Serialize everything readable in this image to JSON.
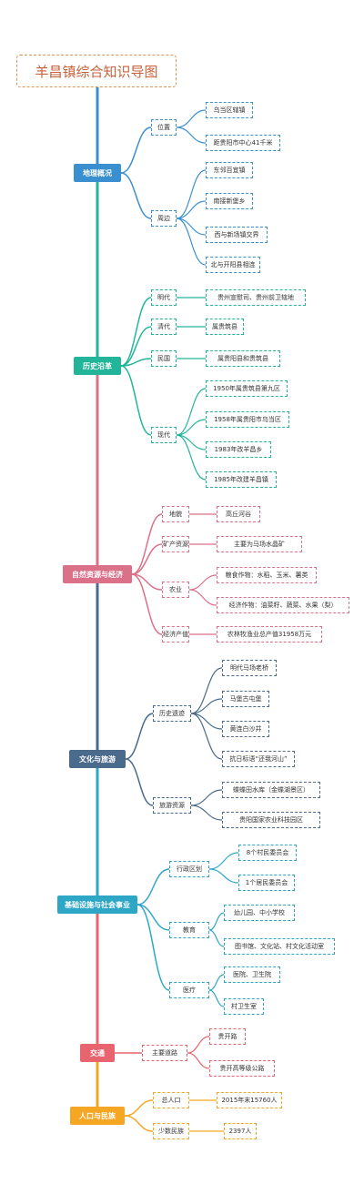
{
  "title": "羊昌镇综合知识导图",
  "branches": [
    {
      "label": "地理概况",
      "color": "#3a8fd0",
      "subs": [
        {
          "label": "位置",
          "leaves": [
            "乌当区辖镇",
            "距贵阳市中心41千米"
          ]
        },
        {
          "label": "周边",
          "leaves": [
            "东邻百宜镇",
            "南接新堡乡",
            "西与新场镇交界",
            "北与开阳县相连"
          ]
        }
      ]
    },
    {
      "label": "历史沿革",
      "color": "#22b59a",
      "subs": [
        {
          "label": "明代",
          "leaves": [
            "贵州宣慰司、贵州前卫辖地"
          ]
        },
        {
          "label": "清代",
          "leaves": [
            "属贵筑县"
          ]
        },
        {
          "label": "民国",
          "leaves": [
            "属贵阳县和贵筑县"
          ]
        },
        {
          "label": "现代",
          "leaves": [
            "1950年属贵筑县第九区",
            "1958年属贵阳市乌当区",
            "1983年改羊昌乡",
            "1985年改建羊昌镇"
          ]
        }
      ]
    },
    {
      "label": "自然资源与经济",
      "color": "#db7089",
      "subs": [
        {
          "label": "地貌",
          "leaves": [
            "高丘河谷"
          ]
        },
        {
          "label": "矿产资源",
          "leaves": [
            "主要为马场水晶矿"
          ]
        },
        {
          "label": "农业",
          "leaves": [
            "粮食作物：水稻、玉米、薯类",
            "经济作物：油菜籽、蔬菜、水果（梨）"
          ]
        },
        {
          "label": "经济产值",
          "leaves": [
            "农林牧渔业总产值31958万元"
          ]
        }
      ]
    },
    {
      "label": "文化与旅游",
      "color": "#4a6b8c",
      "subs": [
        {
          "label": "历史遗迹",
          "leaves": [
            "明代马场老桥",
            "马堡古屯堡",
            "黄连白沙井",
            "抗日标语“还我河山”"
          ]
        },
        {
          "label": "旅游资源",
          "leaves": [
            "蝶蝶田水库（金蝶湖景区）",
            "贵阳国家农业科技园区"
          ]
        }
      ]
    },
    {
      "label": "基础设施与社会事业",
      "color": "#2ea7c6",
      "subs": [
        {
          "label": "行政区划",
          "leaves": [
            "8个村民委员会",
            "1个居民委员会"
          ]
        },
        {
          "label": "教育",
          "leaves": [
            "幼儿园、中小学校",
            "图书馆、文化站、村文化活动室"
          ]
        },
        {
          "label": "医疗",
          "leaves": [
            "医院、卫生院",
            "村卫生室"
          ]
        }
      ]
    },
    {
      "label": "交通",
      "color": "#e8646e",
      "subs": [
        {
          "label": "主要道路",
          "leaves": [
            "贵开路",
            "贵开高等级公路"
          ]
        }
      ]
    },
    {
      "label": "人口与民族",
      "color": "#f5a623",
      "subs": [
        {
          "label": "总人口",
          "leaves": [
            "2015年末15760人"
          ]
        },
        {
          "label": "少数民族",
          "leaves": [
            "2397人"
          ]
        }
      ]
    }
  ]
}
